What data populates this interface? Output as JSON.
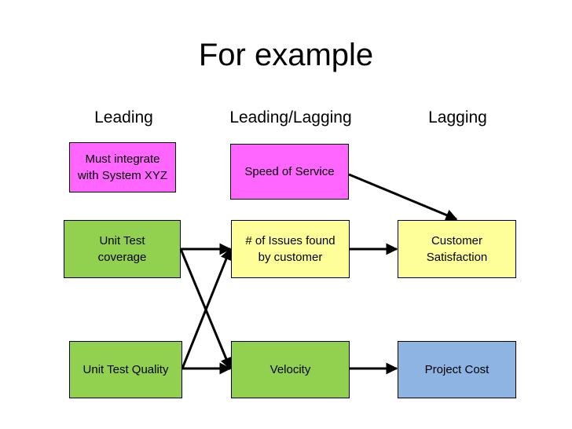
{
  "title": "For example",
  "columns": {
    "leading": "Leading",
    "leading_lagging": "Leading/Lagging",
    "lagging": "Lagging"
  },
  "boxes": {
    "must_integrate": "Must integrate\nwith System XYZ",
    "speed_of_service": "Speed of Service",
    "unit_test_coverage": "Unit Test\ncoverage",
    "issues_found": "# of Issues found\nby customer",
    "customer_satisfaction": "Customer\nSatisfaction",
    "unit_test_quality": "Unit Test Quality",
    "velocity": "Velocity",
    "project_cost": "Project Cost"
  },
  "colors": {
    "magenta": "#FF66FF",
    "green": "#92D050",
    "yellow": "#FFFF99",
    "blue": "#8EB4E3"
  }
}
